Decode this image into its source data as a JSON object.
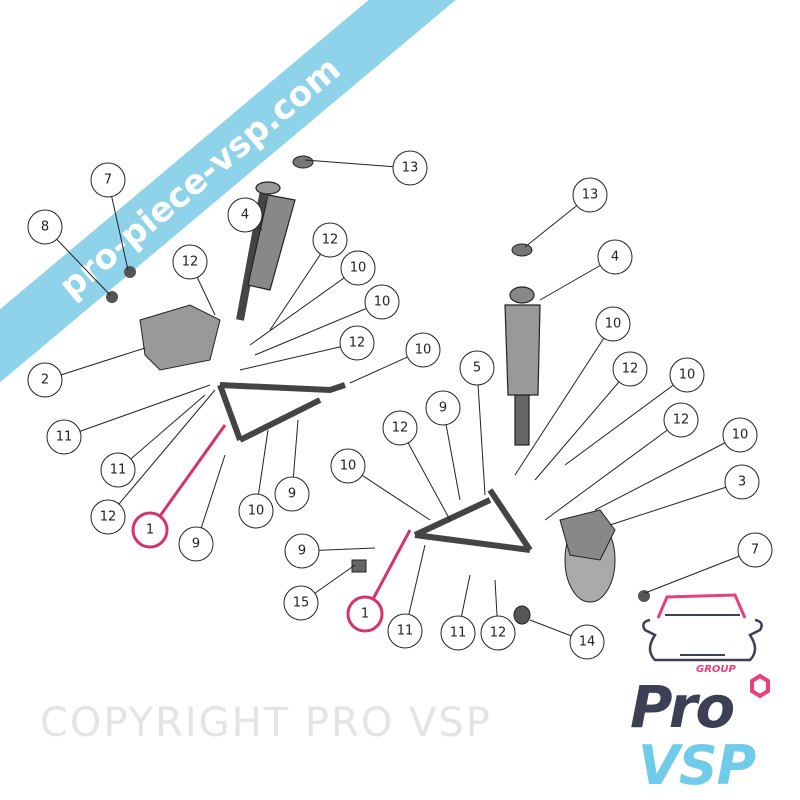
{
  "banner": {
    "text": "pro-piece-vsp.com",
    "color": "#8fd3ea"
  },
  "watermark": {
    "text": "COPYRIGHT PRO VSP"
  },
  "callouts": [
    "7",
    "8",
    "12",
    "4",
    "13",
    "12",
    "10",
    "10",
    "12",
    "10",
    "2",
    "11",
    "11",
    "12",
    "1",
    "9",
    "10",
    "9",
    "5",
    "9",
    "12",
    "10",
    "13",
    "4",
    "10",
    "12",
    "10",
    "12",
    "10",
    "3",
    "7",
    "9",
    "15",
    "1",
    "11",
    "11",
    "12",
    "14"
  ],
  "highlight_color": "#d6336c",
  "logo": {
    "group": "GROUP",
    "pro": "Pro",
    "vsp": "VSP",
    "dark_color": "#3d3f55",
    "light_color": "#6ecbe9",
    "accent_color": "#e8407f"
  }
}
